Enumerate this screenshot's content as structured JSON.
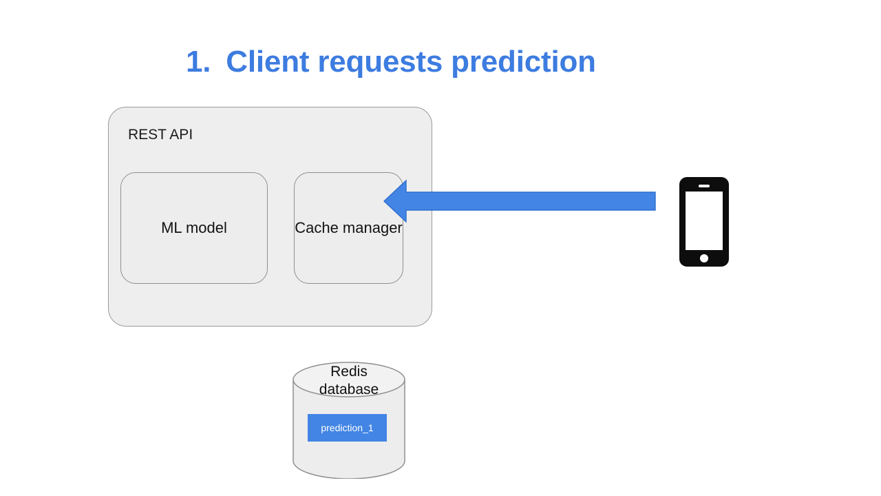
{
  "slide": {
    "background_color": "#ffffff",
    "title": {
      "number": "1.",
      "text": "Client requests prediction",
      "color": "#3d7ce0"
    },
    "rest_api": {
      "label": "REST API",
      "fill_color": "#eeeeee",
      "border_color": "#9a9a9a",
      "components": [
        {
          "name": "ml-model",
          "label": "ML model"
        },
        {
          "name": "cache-manager",
          "label": "Cache manager"
        }
      ]
    },
    "arrow": {
      "direction": "left",
      "color": "#4285e4",
      "from": "client-phone",
      "to": "cache-manager"
    },
    "client": {
      "device": "phone-icon",
      "body_color": "#0d0d0d",
      "screen_color": "#ffffff"
    },
    "database": {
      "label_line1": "Redis",
      "label_line2": "database",
      "fill_color": "#ededed",
      "border_color": "#8e8e8e",
      "entries": [
        {
          "key": "prediction_1",
          "color": "#4285e4"
        }
      ]
    }
  }
}
